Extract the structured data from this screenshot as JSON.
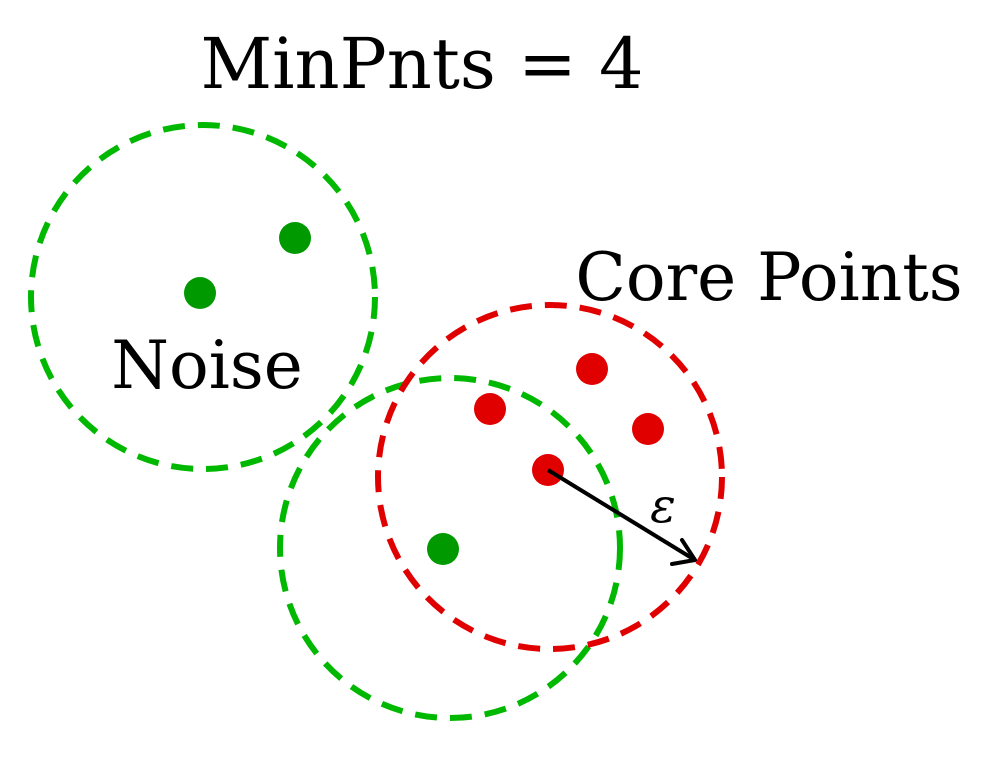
{
  "title": "MinPnts = 4",
  "labels": {
    "noise": "Noise",
    "core_points": "Core Points",
    "epsilon": "ε"
  },
  "colors": {
    "noise": "#009900",
    "core": "#e00000",
    "green_circle": "#00b800",
    "red_circle": "#e00000",
    "arrow": "#000000"
  }
}
